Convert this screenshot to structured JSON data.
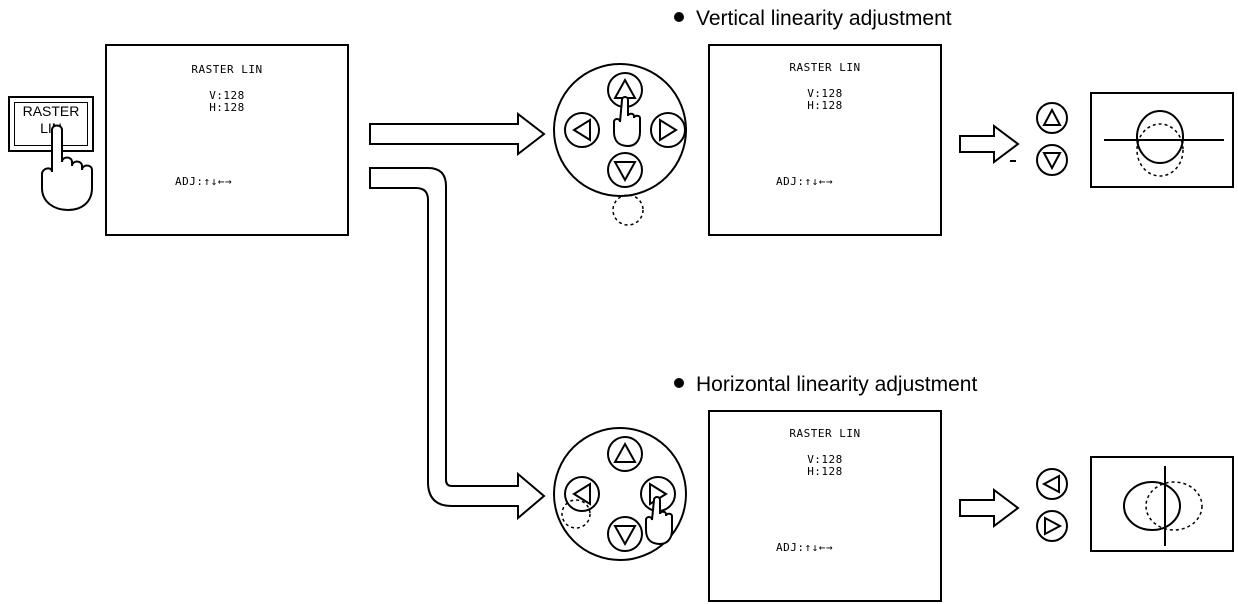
{
  "key": {
    "line1": "RASTER",
    "line2": "LIN"
  },
  "osd": {
    "title": "RASTER LIN",
    "v_value": "V:128",
    "h_value": "H:128",
    "adj": "ADJ:↑↓←→"
  },
  "headings": {
    "vertical": "Vertical linearity adjustment",
    "horizontal": "Horizontal linearity adjustment"
  },
  "icons": {
    "key_press": "hand-pointer-icon",
    "arrows": [
      "up-arrow-icon",
      "down-arrow-icon",
      "left-arrow-icon",
      "right-arrow-icon"
    ],
    "flow": "hollow-arrow-icon"
  }
}
